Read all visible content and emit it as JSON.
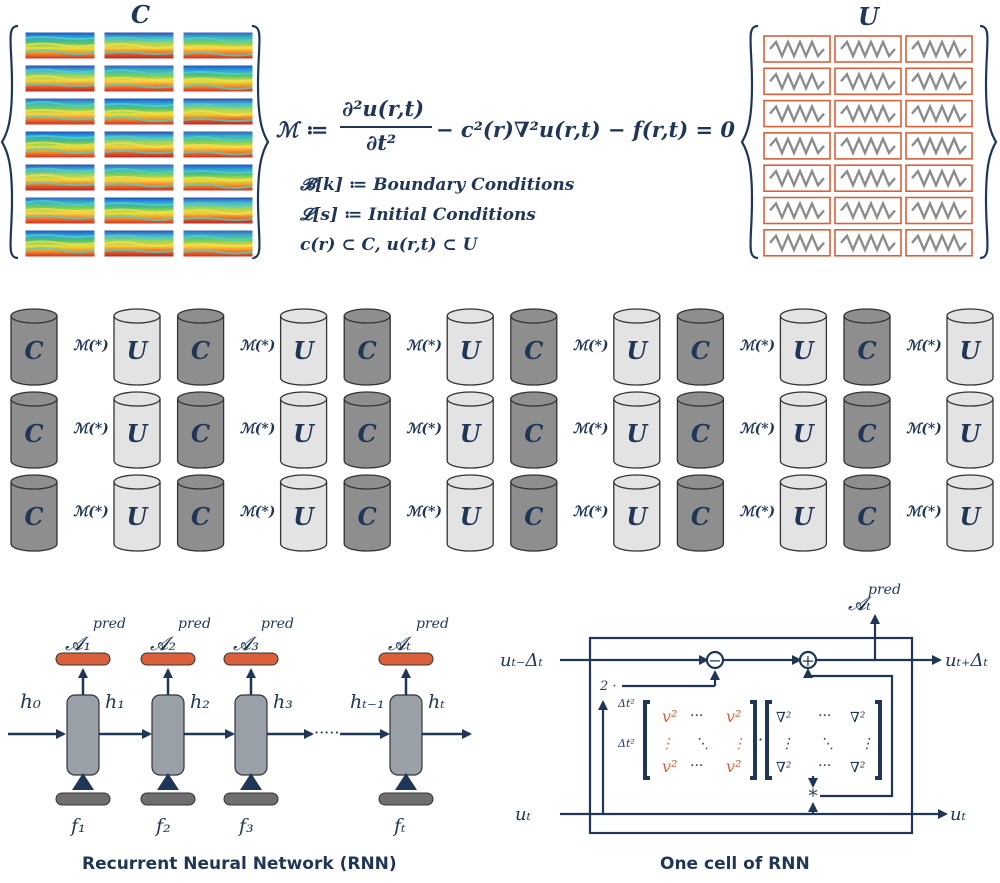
{
  "top": {
    "left_set_label": "C",
    "right_set_label": "U",
    "operator_lhs": "ℳ ≔",
    "numerator": "∂²u(r,t)",
    "denominator": "∂t²",
    "rhs": "− c²(r)∇²u(r,t) − f(r,t) = 0",
    "conditions": [
      "𝓑[k] ≔ Boundary Conditions",
      "𝓛[s] ≔ Initial Conditions",
      "c(r) ⊂ C, u(r,t) ⊂ U"
    ],
    "velocity_grid": {
      "rows": 7,
      "cols": 3
    },
    "wavefield_grid": {
      "rows": 7,
      "cols": 3
    },
    "colors": {
      "navy": "#1f3656",
      "orange": "#d9603b",
      "wave_gray": "#8c8c8c"
    }
  },
  "pairs": {
    "c_label": "C",
    "u_label": "U",
    "op_label": "ℳ(*)",
    "rows": 3,
    "pairs_per_row": 6,
    "colors": {
      "c_fill": "#8e8e8e",
      "u_fill": "#e3e3e3",
      "stroke": "#333333"
    }
  },
  "rnn": {
    "caption": "Recurrent Neural Network (RNN)",
    "h0": "h₀",
    "dots": "·····",
    "cells": [
      {
        "pred": "𝓐₁",
        "h_in": "",
        "h_out": "h₁",
        "f": "f₁"
      },
      {
        "pred": "𝓐₂",
        "h_in": "",
        "h_out": "h₂",
        "f": "f₂"
      },
      {
        "pred": "𝓐₃",
        "h_in": "",
        "h_out": "h₃",
        "f": "f₃"
      },
      {
        "pred": "𝓐ₜ",
        "h_in": "hₜ₋₁",
        "h_out": "hₜ",
        "f": "fₜ"
      }
    ],
    "pred_sup": "pred",
    "colors": {
      "pred_bar": "#d9603b",
      "f_bar": "#6e6e6e",
      "cell_fill": "#9aa0a8",
      "arrow": "#1f3656"
    }
  },
  "cell": {
    "caption": "One cell of RNN",
    "u_prev": "uₜ₋Δₜ",
    "u_next": "uₜ₊Δₜ",
    "u_t_in": "uₜ",
    "u_t_out": "uₜ",
    "pred": "𝓐ₜ",
    "pred_sup": "pred",
    "two": "2 ·",
    "dt2_top": "Δt²",
    "dt2_left": "Δt²",
    "minus": "−",
    "plus": "+",
    "star": "*",
    "dot": "·",
    "v2": "v²",
    "nabla2": "∇²",
    "hdots": "···",
    "vdots": "⋮",
    "ddots": "⋱"
  }
}
